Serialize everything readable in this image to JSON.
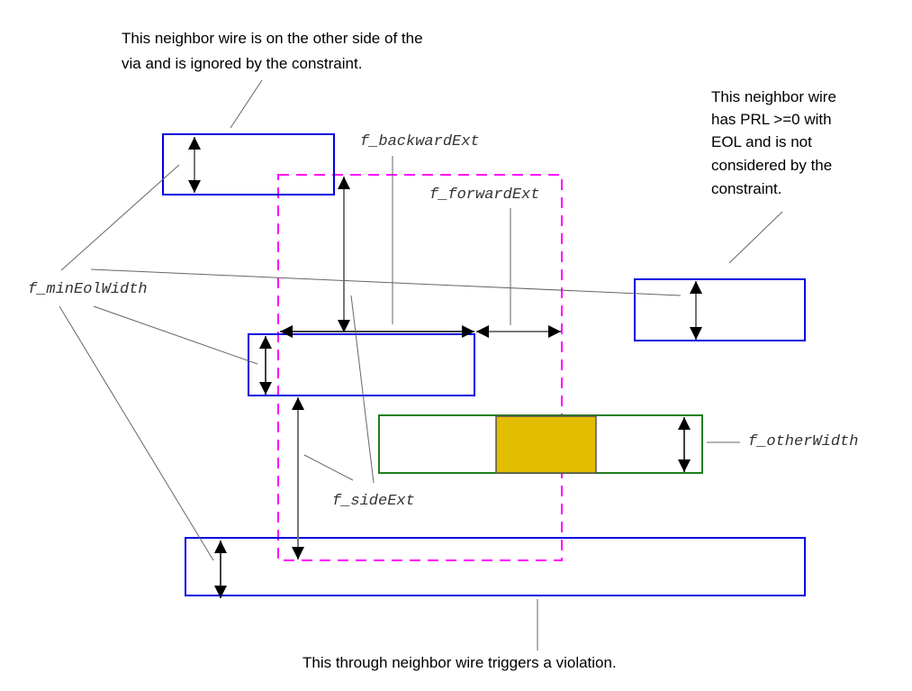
{
  "notes": {
    "other_side": [
      "This neighbor wire is on the other side of the",
      "via and is ignored by the constraint."
    ],
    "prl": [
      "This neighbor wire",
      "has PRL >=0 with",
      "EOL and is not",
      "considered by the",
      "constraint."
    ],
    "violation": "This through neighbor wire triggers a violation."
  },
  "params": {
    "backward_ext": "f_backwardExt",
    "forward_ext": "f_forwardExt",
    "min_eol_width": "f_minEolWidth",
    "other_width": "f_otherWidth",
    "side_ext": "f_sideExt"
  },
  "colors": {
    "neighbor_wire": "#0000e0",
    "other_wire": "#1f7f1f",
    "via": "#e2bd00",
    "eol_zone": "#ff00ff"
  }
}
